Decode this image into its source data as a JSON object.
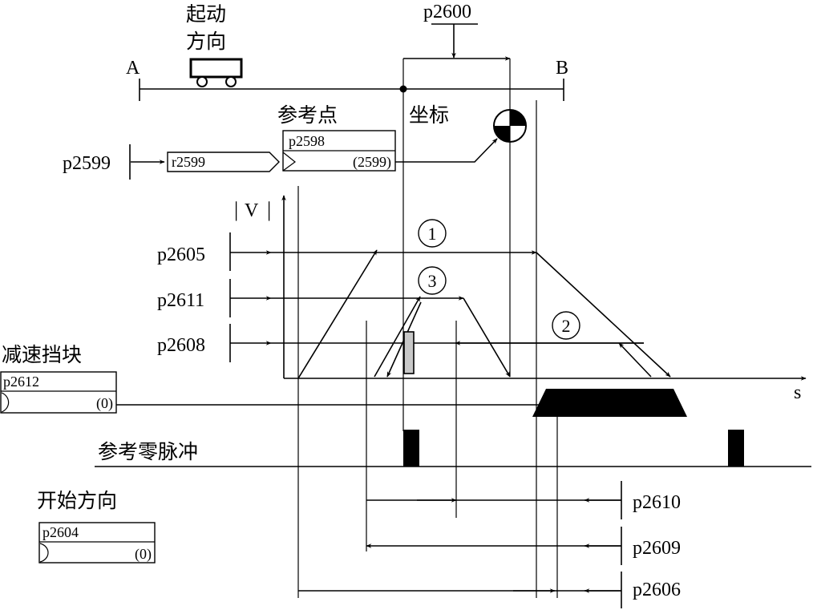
{
  "labels": {
    "start_dir_1": "起动",
    "start_dir_2": "方向",
    "point_a": "A",
    "point_b": "B",
    "p2600": "p2600",
    "ref_point": "参考点",
    "coordinate": "坐标",
    "p2599": "p2599",
    "r2599": "r2599",
    "p2598": "p2598",
    "p2598_value": "(2599)",
    "v_axis": "V",
    "p2605": "p2605",
    "p2611": "p2611",
    "p2608": "p2608",
    "circle_1": "1",
    "circle_2": "2",
    "circle_3": "3",
    "decel_cam": "减速挡块",
    "p2612": "p2612",
    "p2612_value": "(0)",
    "s_axis": "s",
    "zero_pulse": "参考零脉冲",
    "start_direction": "开始方向",
    "p2604": "p2604",
    "p2604_value": "(0)",
    "p2610": "p2610",
    "p2609": "p2609",
    "p2606": "p2606"
  }
}
